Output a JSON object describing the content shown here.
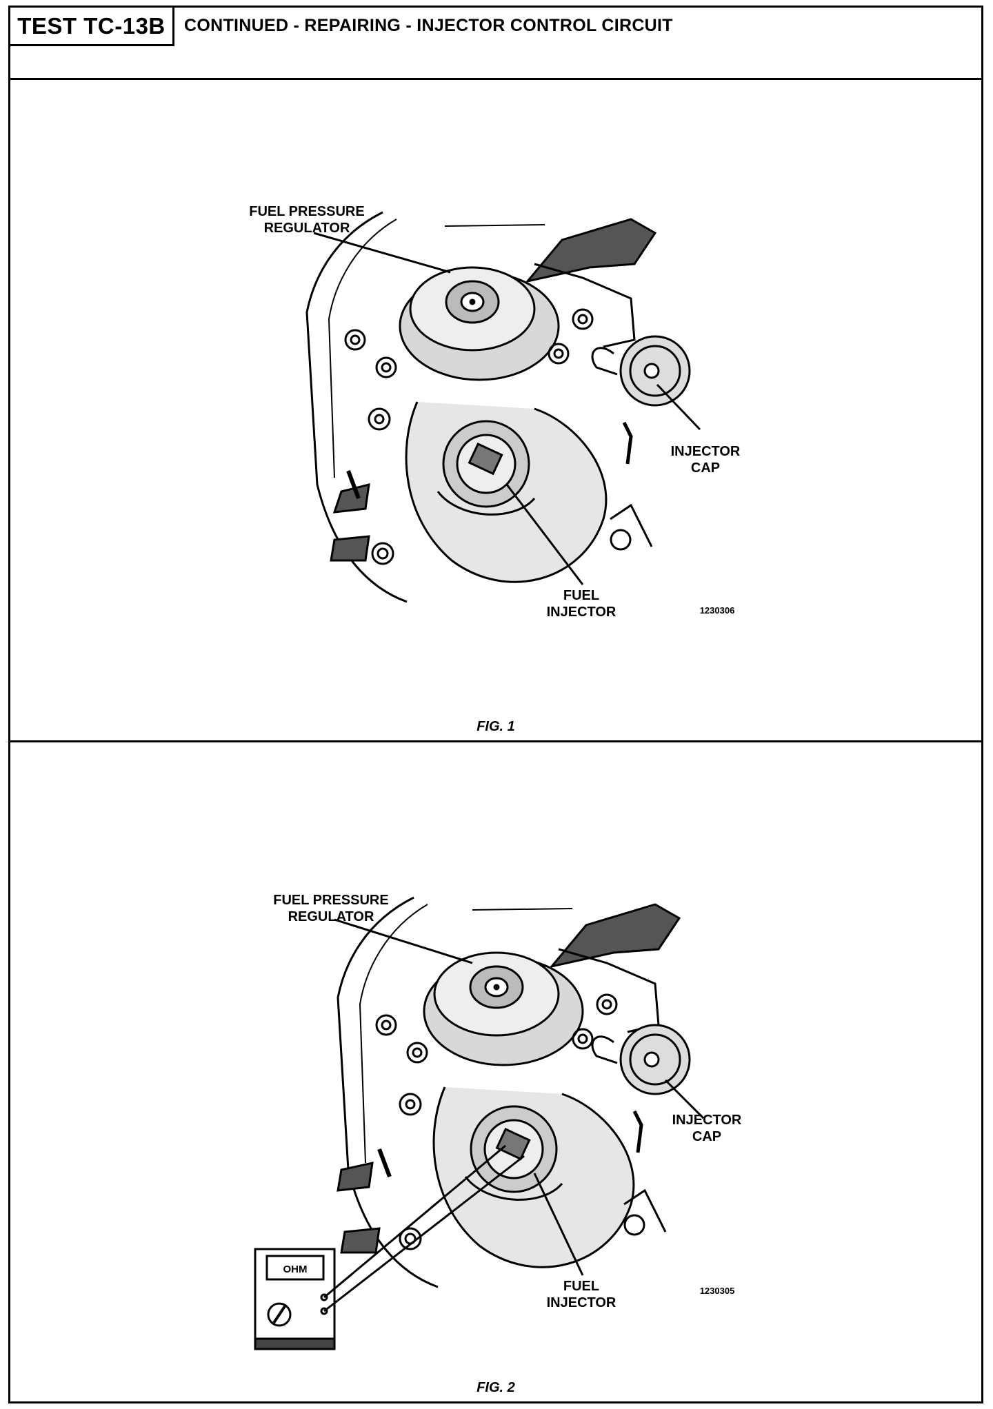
{
  "header": {
    "test_id": "TEST TC-13B",
    "title": "CONTINUED - REPAIRING - INJECTOR CONTROL CIRCUIT"
  },
  "figures": [
    {
      "caption": "FIG. 1",
      "labels": {
        "regulator_line1": "FUEL PRESSURE",
        "regulator_line2": "REGULATOR",
        "cap_line1": "INJECTOR",
        "cap_line2": "CAP",
        "injector_line1": "FUEL",
        "injector_line2": "INJECTOR"
      },
      "code": "1230306"
    },
    {
      "caption": "FIG. 2",
      "labels": {
        "regulator_line1": "FUEL PRESSURE",
        "regulator_line2": "REGULATOR",
        "cap_line1": "INJECTOR",
        "cap_line2": "CAP",
        "injector_line1": "FUEL",
        "injector_line2": "INJECTOR"
      },
      "code": "1230305",
      "meter_display": "OHM"
    }
  ]
}
